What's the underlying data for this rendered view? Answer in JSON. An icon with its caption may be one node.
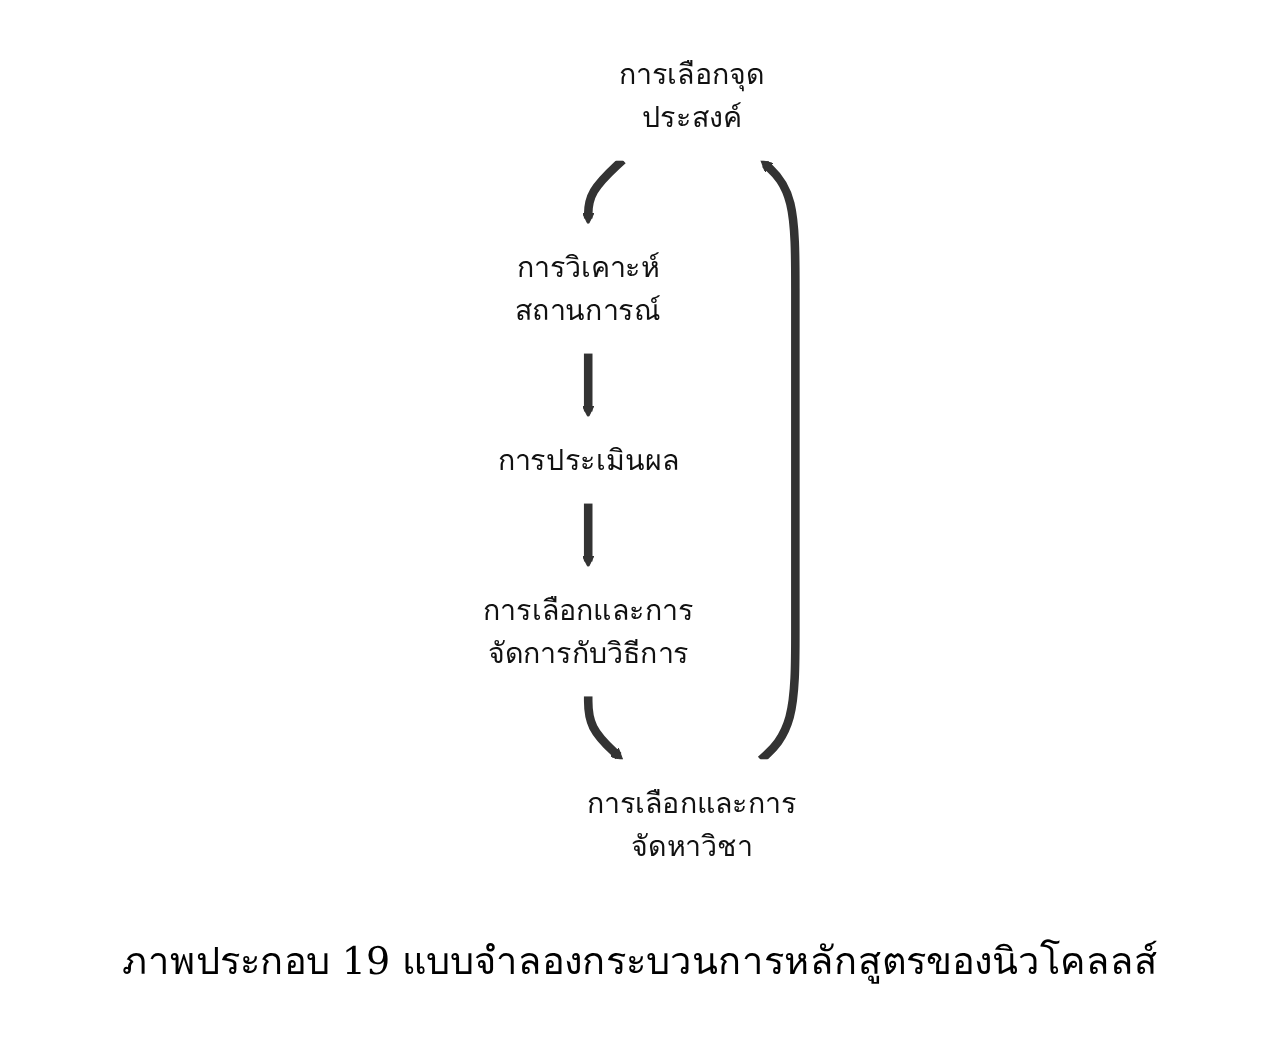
{
  "diagram": {
    "caption": "ภาพประกอบ 19 แบบจำลองกระบวนการหลักสูตรของนิวโคลลส์",
    "nodes": [
      {
        "text": [
          "การเลือกจุดประสงค์"
        ]
      },
      {
        "text": [
          "การวิเคาะห์สถานการณ์"
        ]
      },
      {
        "text": [
          "การประเมินผล"
        ]
      },
      {
        "text": [
          "การเลือกและการจัดการกับวิธีการ"
        ]
      },
      {
        "text": [
          "การเลือกและการจัดหาวิชา"
        ]
      }
    ],
    "edges": [
      {
        "from": 0,
        "to": 1,
        "arrow": "to"
      },
      {
        "from": 1,
        "to": 2,
        "arrow": "to"
      },
      {
        "from": 2,
        "to": 3,
        "arrow": "to"
      },
      {
        "from": 3,
        "to": 4,
        "arrow": "to"
      },
      {
        "from": 4,
        "to": 0,
        "arrow": "to"
      }
    ]
  }
}
